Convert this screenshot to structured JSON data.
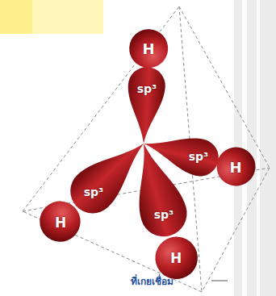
{
  "diagram": {
    "labels": [
      "H",
      "sp³",
      "sp³",
      "H",
      "sp³",
      "H",
      "sp³",
      "H",
      "ที่เกยเชื่อม"
    ]
  }
}
